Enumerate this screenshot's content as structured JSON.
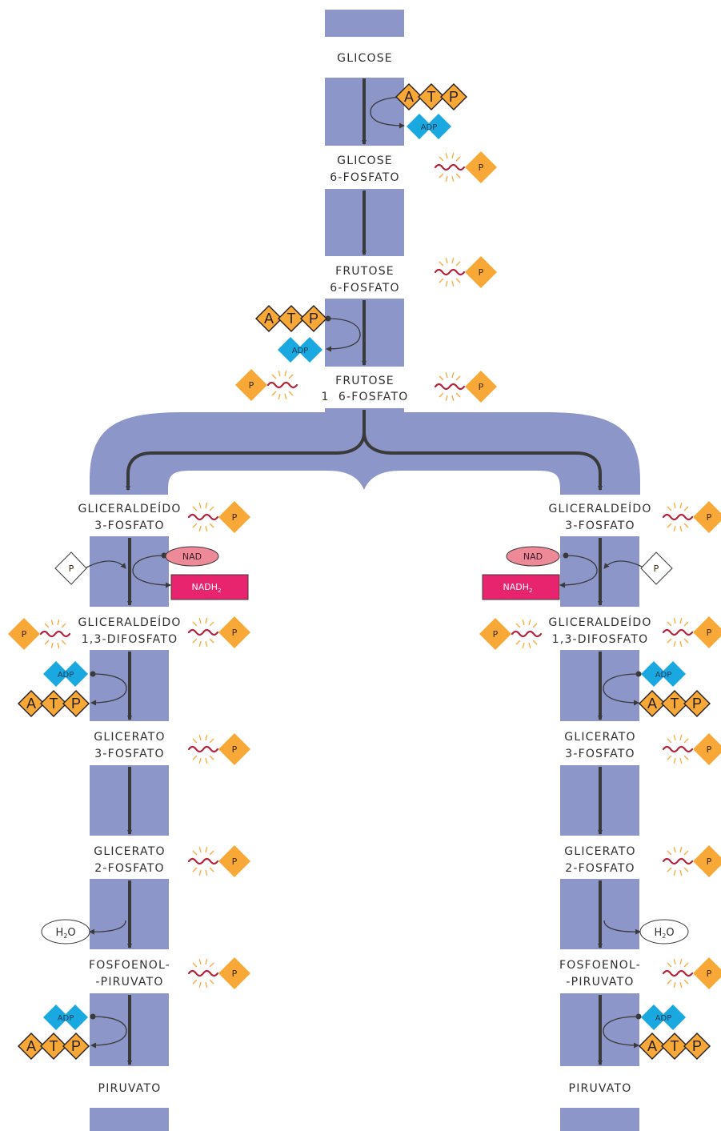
{
  "molecules": {
    "glicose": "GLICOSE",
    "glicose_6_fosfato": [
      "GLICOSE",
      "6-FOSFATO"
    ],
    "frutose_6_fosfato": [
      "FRUTOSE",
      "6-FOSFATO"
    ],
    "frutose_1_6_fosfato": [
      "FRUTOSE",
      "1  6-FOSFATO"
    ],
    "gliceraldeido_3_fosfato": [
      "GLICERALDEÍDO",
      "3-FOSFATO"
    ],
    "gliceraldeido_1_3_difosfato": [
      "GLICERALDEÍDO",
      "1,3-DIFOSFATO"
    ],
    "glicerato_3_fosfato": [
      "GLICERATO",
      "3-FOSFATO"
    ],
    "glicerato_2_fosfato": [
      "GLICERATO",
      "2-FOSFATO"
    ],
    "fosfoenolpiruvato": [
      "FOSFOENOL-",
      "-PIRUVATO"
    ],
    "piruvato": "PIRUVATO"
  },
  "cofactors": {
    "atp_letters": [
      "A",
      "T",
      "P"
    ],
    "adp": "ADP",
    "phosphate": "P",
    "nad": "NAD",
    "nadh_main": "NADH",
    "nadh_sub": "2",
    "water_main": "H",
    "water_sub": "2",
    "water_end": "O"
  },
  "colors": {
    "pathway": "#8c96c9",
    "arrow": "#3a3a3a",
    "atp": "#f7a836",
    "adp": "#19a8e0",
    "phosphate": "#f7a836",
    "bond": "#b5223a",
    "spark": "#f7a836",
    "nad": "#ee8a98",
    "nadh": "#e8246f"
  }
}
